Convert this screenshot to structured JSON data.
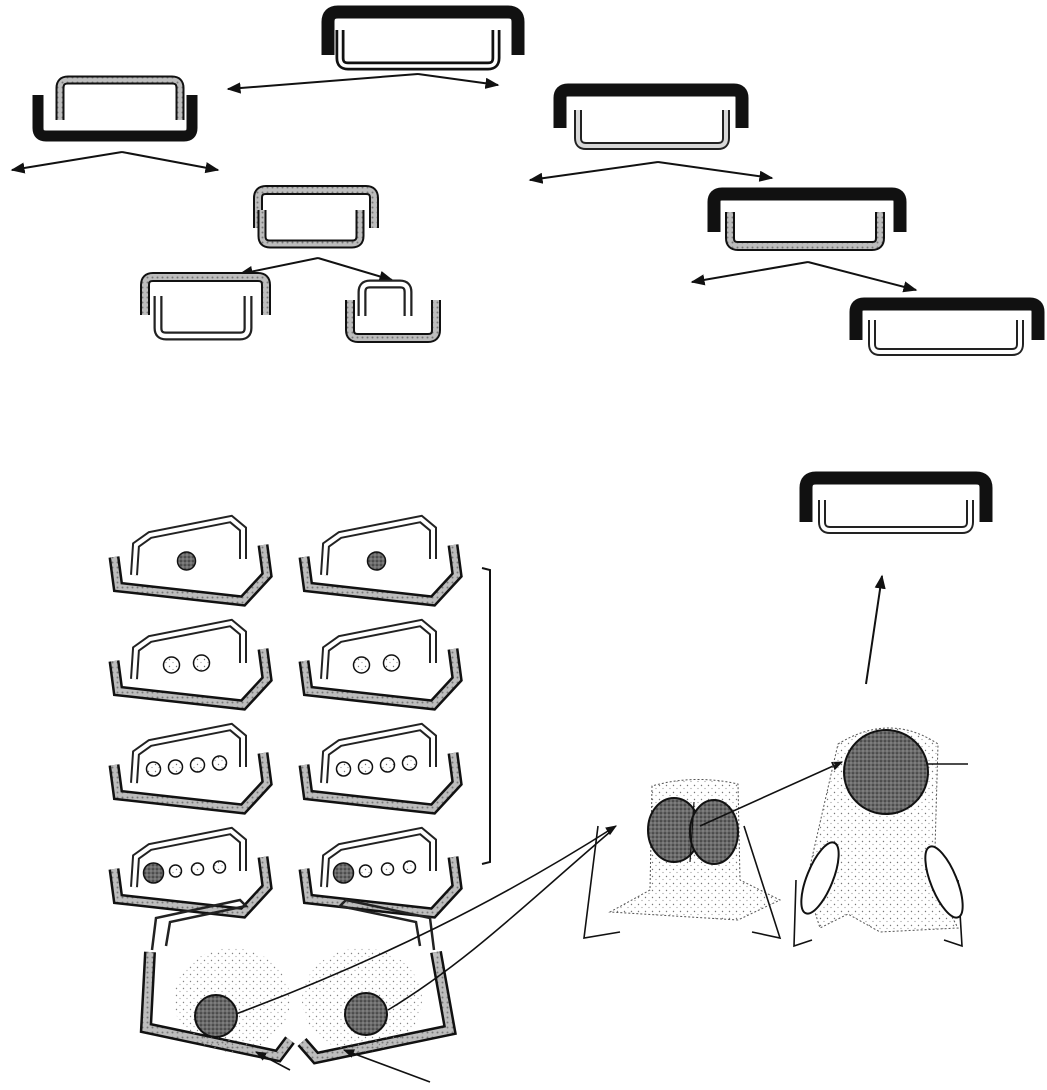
{
  "figure": {
    "background": "#ffffff",
    "ink_color": "#111111",
    "stipple_color": "#6a6a6a",
    "nucleus_color": "#3a3a3a",
    "upper_section": {
      "units": [
        {
          "id": "top-center",
          "type": "dark-u-with-inner-light-u"
        },
        {
          "id": "left-1",
          "type": "beaded-bar-over-dark-u"
        },
        {
          "id": "right-1",
          "type": "dark-bar-over-light-u"
        },
        {
          "id": "left-2",
          "type": "beaded-bar-with-beaded-bottom"
        },
        {
          "id": "left-3a",
          "type": "beaded-bar-over-light-u"
        },
        {
          "id": "left-3b",
          "type": "light-u-over-beaded-bracket"
        },
        {
          "id": "right-2",
          "type": "dark-bar-over-beaded-u"
        },
        {
          "id": "right-3",
          "type": "dark-u-with-inner-light-u"
        }
      ]
    },
    "lower_section": {
      "duplication_series": [
        {
          "row": 1,
          "left_unit_dots": 1,
          "right_unit_dots": 1
        },
        {
          "row": 2,
          "left_unit_dots": 2,
          "right_unit_dots": 2
        },
        {
          "row": 3,
          "left_unit_dots": 4,
          "right_unit_dots": 4
        },
        {
          "row": 4,
          "left_unit_dots": 4,
          "right_unit_dots": 4
        }
      ],
      "cell_structures": [
        {
          "id": "paired-cells",
          "count": 2
        },
        {
          "id": "fused-cell",
          "nucleus": "double"
        },
        {
          "id": "enlarged-cell",
          "nucleus": "single"
        }
      ],
      "result_unit": {
        "type": "dark-u-with-inner-light-u"
      }
    }
  }
}
